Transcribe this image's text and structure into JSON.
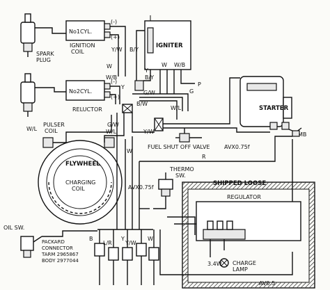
{
  "components": {
    "spark_plug": "SPARK\nPLUG",
    "ignition_coil": "IGNITION\nCOIL",
    "no1cyl": "No1CYL.",
    "no2cyl": "No2CYL.",
    "reluctor": "RELUCTOR",
    "igniter": "IGNITER",
    "starter": "STARTER",
    "pulser_coil": "PULSER\nCOIL",
    "flywheel": "FLYWHEEL",
    "charging_coil": "CHARGING\nCOIL",
    "fuel_shut_off_valve": "FUEL SHUT OFF VALVE",
    "thermo_sw": "THERMO\nSW.",
    "shipped_loose": "SHIPPED LOOSE",
    "regulator": "REGULATOR",
    "oil_sw": "OIL SW.",
    "packard_connector": "PACKARD\nCONNECTOR\nTARM 2965867\nBODY 2977044",
    "charge_lamp": "3.4W\nCHARGE\nLAMP",
    "mb": "MB"
  },
  "wire_labels": {
    "y_w_top": "Y/W",
    "b_y": "B/Y",
    "w_top": "W",
    "w_b": "W/B",
    "b_y_2": "B/Y",
    "y": "Y",
    "b_w": "B/W",
    "g_w_top": "G/W",
    "p": "P",
    "g": "G",
    "w_l": "W/L",
    "w_l_left": "W/L",
    "w_l_mid": "W/L",
    "g_w_mid": "G/W",
    "y_w_mid": "Y/W",
    "w_mid": "W",
    "r": "R",
    "avx_075f": "AVX0.75f",
    "avx_075f_2": "AVX0.75f",
    "av_05": "AV0.5",
    "plus": "(+)",
    "minus": "(-)",
    "b_bot": "B",
    "l_r": "L/R",
    "y_bot": "Y",
    "y_w_bot": "Y/W",
    "w_bot": "W"
  }
}
